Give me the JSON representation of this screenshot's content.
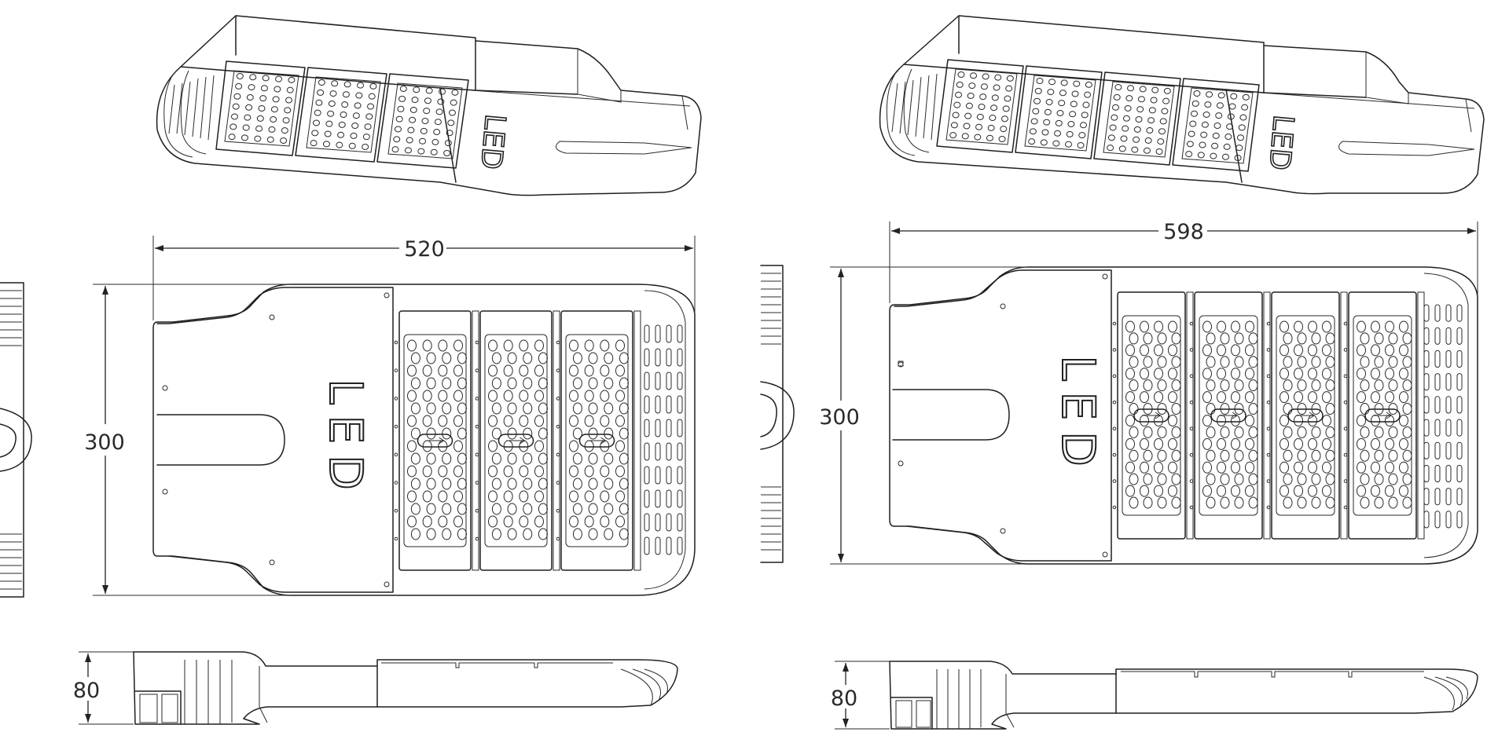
{
  "labels": {
    "led_text": "LED"
  },
  "models": [
    {
      "module_count": 3,
      "length": "520",
      "width": "300",
      "height": "80"
    },
    {
      "module_count": 4,
      "length": "598",
      "width": "300",
      "height": "80"
    }
  ]
}
